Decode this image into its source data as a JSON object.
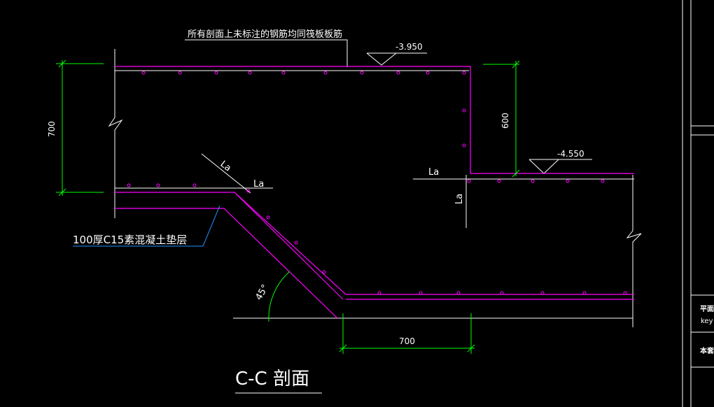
{
  "drawing": {
    "note": "所有剖面上未标注的钢筋均同筏板板筋",
    "elevation_top": "-3.950",
    "elevation_right": "-4.550",
    "dim_700_left": "700",
    "dim_600_right": "600",
    "dim_700_bottom": "700",
    "la_diagonal": "La",
    "la_left": "La",
    "la_right": "La",
    "la_vertical": "La",
    "angle": "45°",
    "bedding_note": "100厚C15素混凝土垫层",
    "section_title": "C-C 剖面"
  },
  "title_block": {
    "label_1": "平面",
    "label_2": "key",
    "label_3": "本套"
  },
  "colors": {
    "background": "#000000",
    "rebar": "#ff00ff",
    "concrete_line": "#ffffff",
    "dimension": "#00ff00",
    "leader": "#1e90ff"
  }
}
